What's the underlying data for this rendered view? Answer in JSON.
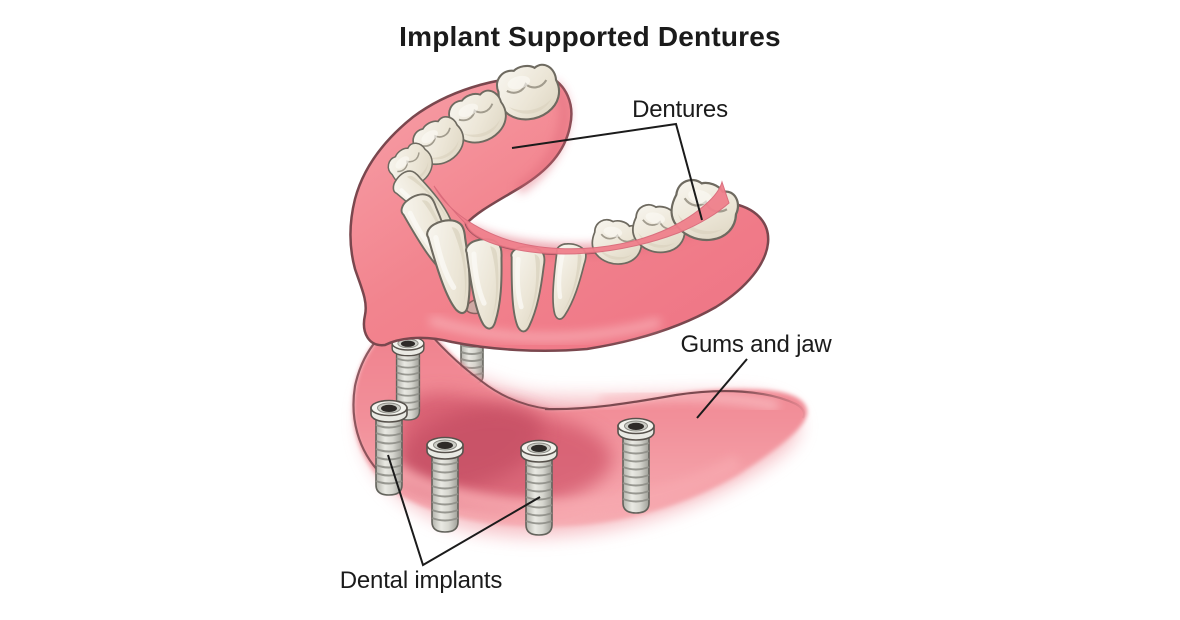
{
  "title": "Implant Supported Dentures",
  "labels": {
    "dentures": "Dentures",
    "gums_and_jaw": "Gums and jaw",
    "dental_implants": "Dental implants"
  },
  "figure": {
    "implant_count": 6,
    "depicted_parts": [
      "denture with teeth",
      "gums and jaw ridge",
      "dental implants"
    ]
  },
  "colors": {
    "background": "#ffffff",
    "text": "#1b1b1b",
    "leader_line": "#1b1b1b",
    "gum_pink": "#f2848e",
    "gum_deep": "#e06a7a",
    "gum_outline": "#7a474e",
    "tooth_cream": "#efeadf",
    "tooth_outline": "#6e6a60",
    "implant_gray": "#d9d9d3",
    "implant_hole_dark": "#2e2b28"
  }
}
